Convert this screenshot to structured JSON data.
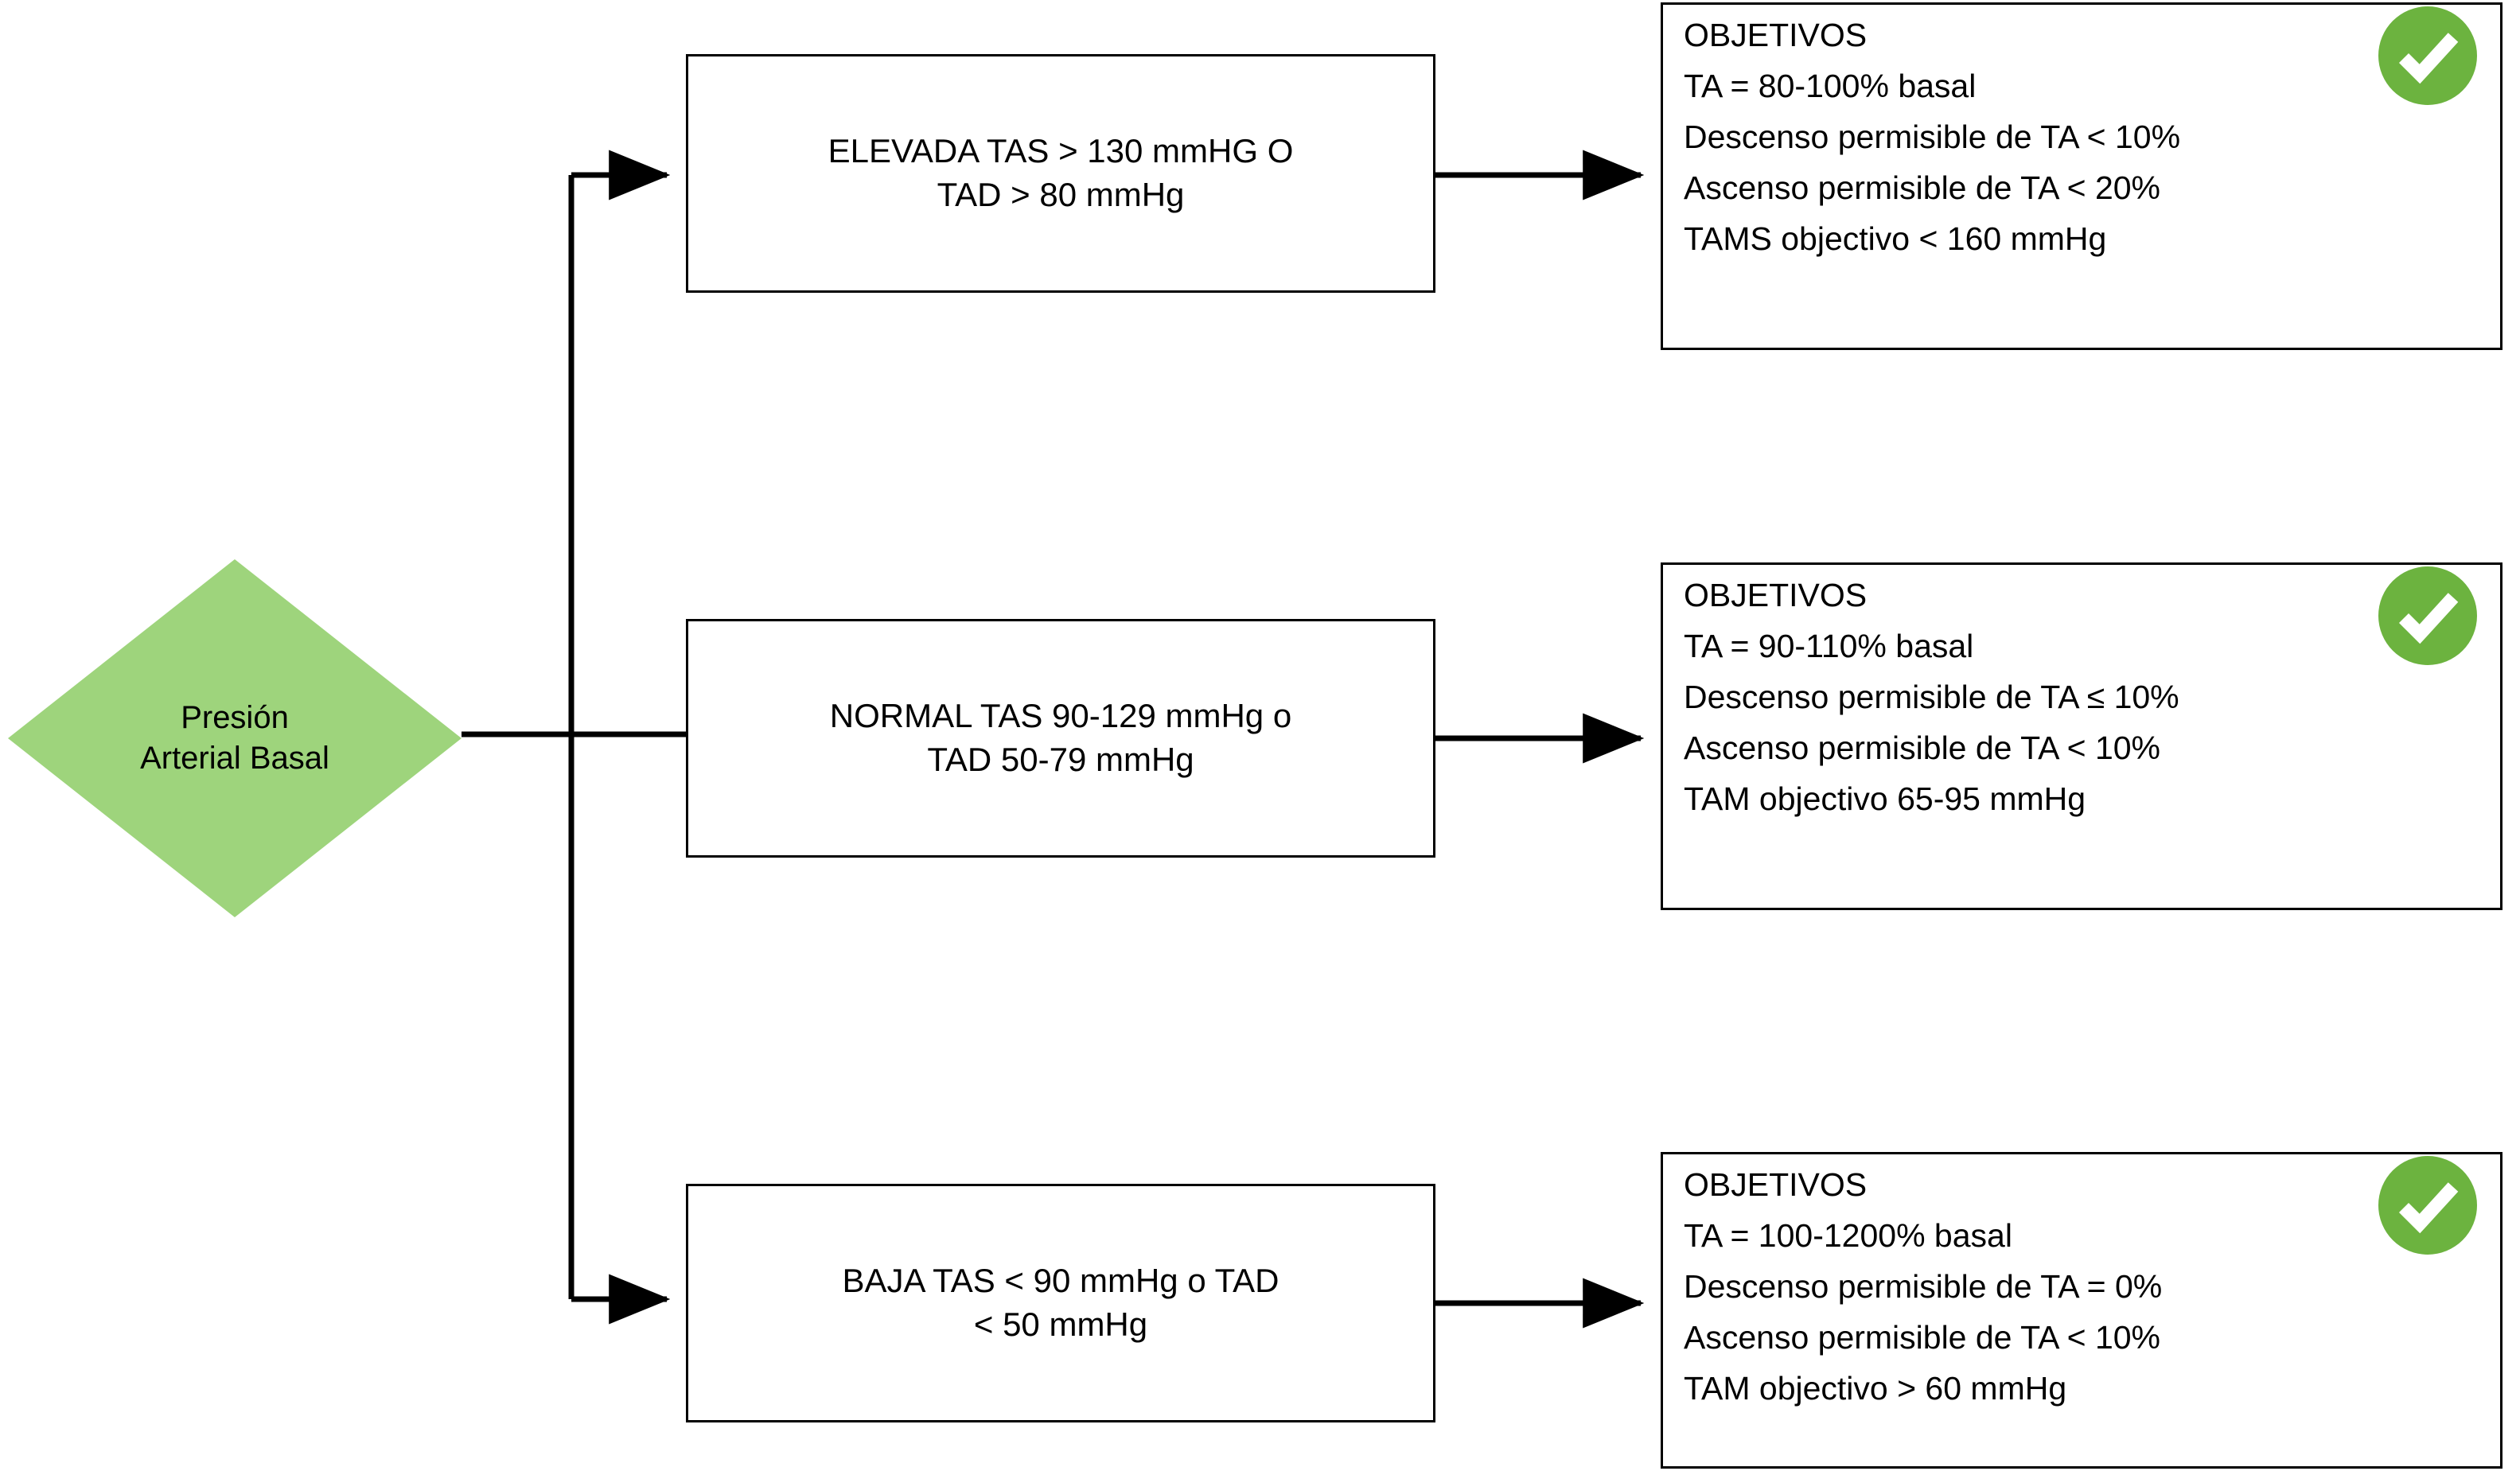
{
  "diagram": {
    "title": "Presion Arterial Basal - objetivos de tension arterial",
    "colors": {
      "decision_fill": "#9ED47C",
      "check_badge": "#6CB33F",
      "stroke": "#000000",
      "background": "#ffffff"
    }
  },
  "decision": {
    "label": "Presión\nArterial Basal",
    "shape": "diamond"
  },
  "branches": [
    {
      "id": "elevada",
      "condition": "ELEVADA TAS > 130 mmHG O\nTAD > 80 mmHg",
      "objectives": {
        "heading": "OBJETIVOS",
        "items": [
          "TA = 80-100% basal",
          "Descenso permisible de TA < 10%",
          "Ascenso permisible de TA < 20%",
          "TAMS objectivo < 160 mmHg"
        ]
      },
      "badge": "check-icon"
    },
    {
      "id": "normal",
      "condition": "NORMAL TAS 90-129 mmHg o\nTAD 50-79 mmHg",
      "objectives": {
        "heading": "OBJETIVOS",
        "items": [
          "TA = 90-110% basal",
          "Descenso permisible de TA ≤ 10%",
          "Ascenso permisible de TA < 10%",
          "TAM objectivo 65-95 mmHg"
        ]
      },
      "badge": "check-icon"
    },
    {
      "id": "baja",
      "condition": "BAJA TAS < 90 mmHg o TAD\n< 50 mmHg",
      "objectives": {
        "heading": "OBJETIVOS",
        "items": [
          "TA = 100-1200% basal",
          "Descenso permisible de TA = 0%",
          "Ascenso permisible de TA < 10%",
          "TAM objectivo > 60 mmHg"
        ]
      },
      "badge": "check-icon"
    }
  ]
}
